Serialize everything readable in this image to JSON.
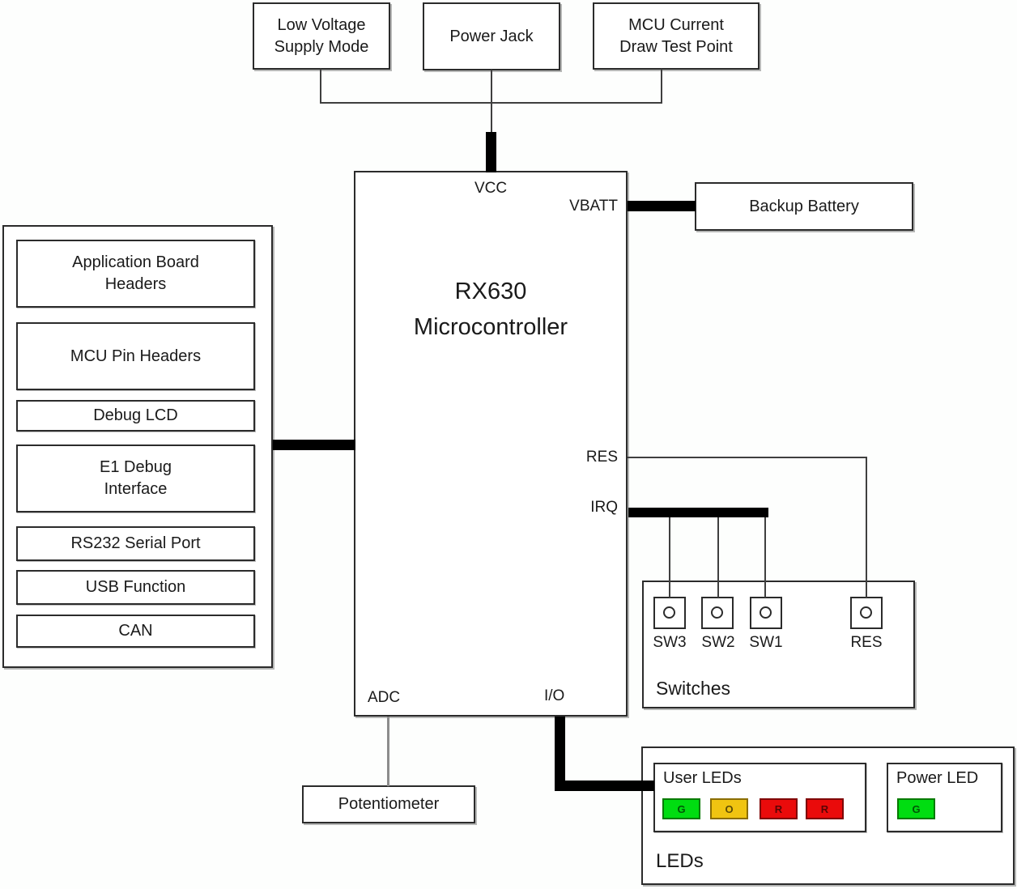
{
  "top_row": {
    "low_voltage_label": "Low Voltage\nSupply Mode",
    "power_jack_label": "Power Jack",
    "mcu_current_label": "MCU Current\nDraw Test Point"
  },
  "mcu": {
    "title": "RX630\nMicrocontroller",
    "pin_vcc": "VCC",
    "pin_vbatt": "VBATT",
    "pin_res": "RES",
    "pin_irq": "IRQ",
    "pin_adc": "ADC",
    "pin_io": "I/O"
  },
  "backup_battery_label": "Backup Battery",
  "left_panel": {
    "app_board_headers": "Application Board\nHeaders",
    "mcu_pin_headers": "MCU Pin Headers",
    "debug_lcd": "Debug LCD",
    "e1_debug": "E1 Debug\nInterface",
    "rs232": "RS232 Serial Port",
    "usb_function": "USB Function",
    "can": "CAN"
  },
  "potentiometer_label": "Potentiometer",
  "switches": {
    "title": "Switches",
    "sw3": "SW3",
    "sw2": "SW2",
    "sw1": "SW1",
    "res": "RES"
  },
  "leds": {
    "section_title": "LEDs",
    "user_title": "User LEDs",
    "power_title": "Power LED",
    "user_chips": [
      {
        "letter": "G",
        "fill": "#00dd11",
        "border": "#067a00"
      },
      {
        "letter": "O",
        "fill": "#f0c411",
        "border": "#8a6d00"
      },
      {
        "letter": "R",
        "fill": "#ea0b0b",
        "border": "#7e0000"
      },
      {
        "letter": "R",
        "fill": "#ea0b0b",
        "border": "#7e0000"
      }
    ],
    "power_chip": {
      "letter": "G",
      "fill": "#00dd11",
      "border": "#067a00"
    }
  }
}
